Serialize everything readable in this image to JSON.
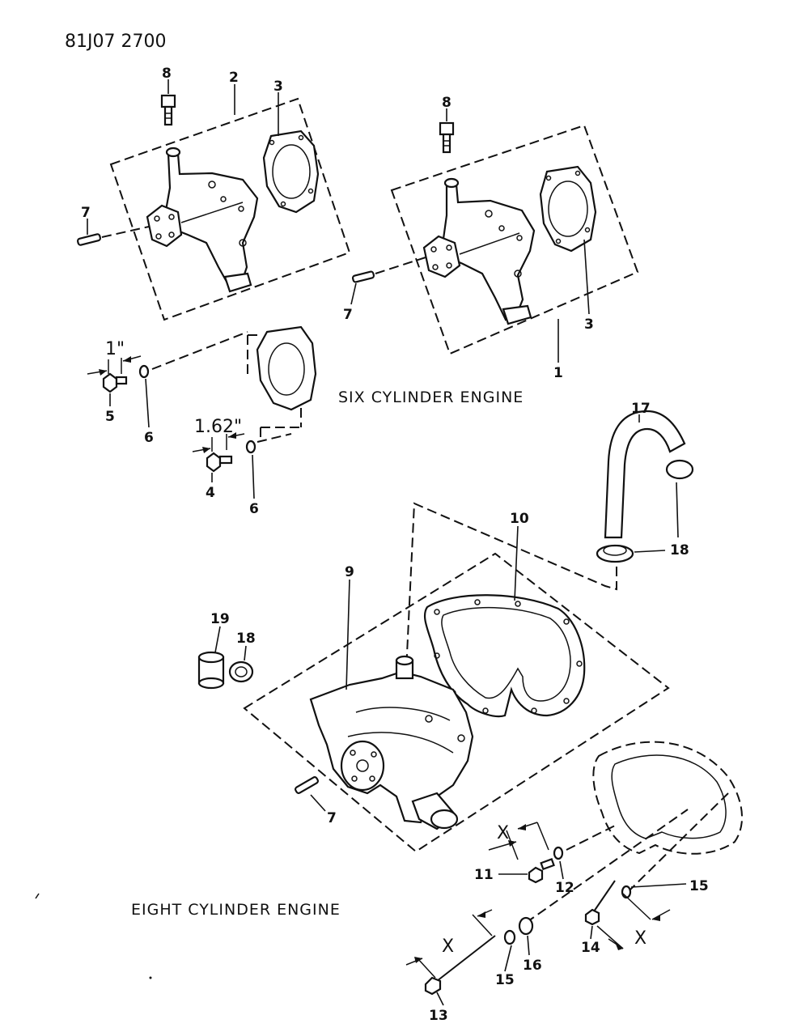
{
  "reference_code": "81J07 2700",
  "captions": {
    "six_cylinder": "SIX CYLINDER ENGINE",
    "eight_cylinder": "EIGHT CYLINDER ENGINE"
  },
  "dimensions": {
    "bolt_5_length": "1\"",
    "bolt_4_length": "1.62\"",
    "bolt_11_length": "X",
    "stud_13_length": "X",
    "bolt_14_length": "X"
  },
  "callouts": {
    "c8a": "8",
    "c2": "2",
    "c3a": "3",
    "c7a": "7",
    "c8b": "8",
    "c7b": "7",
    "c3b": "3",
    "c1": "1",
    "c5": "5",
    "c6a": "6",
    "c4": "4",
    "c6b": "6",
    "c17": "17",
    "c18a": "18",
    "c10": "10",
    "c9": "9",
    "c19": "19",
    "c18b": "18",
    "c7c": "7",
    "c11": "11",
    "c12": "12",
    "c15a": "15",
    "c14": "14",
    "c13": "13",
    "c15b": "15",
    "c16": "16"
  }
}
